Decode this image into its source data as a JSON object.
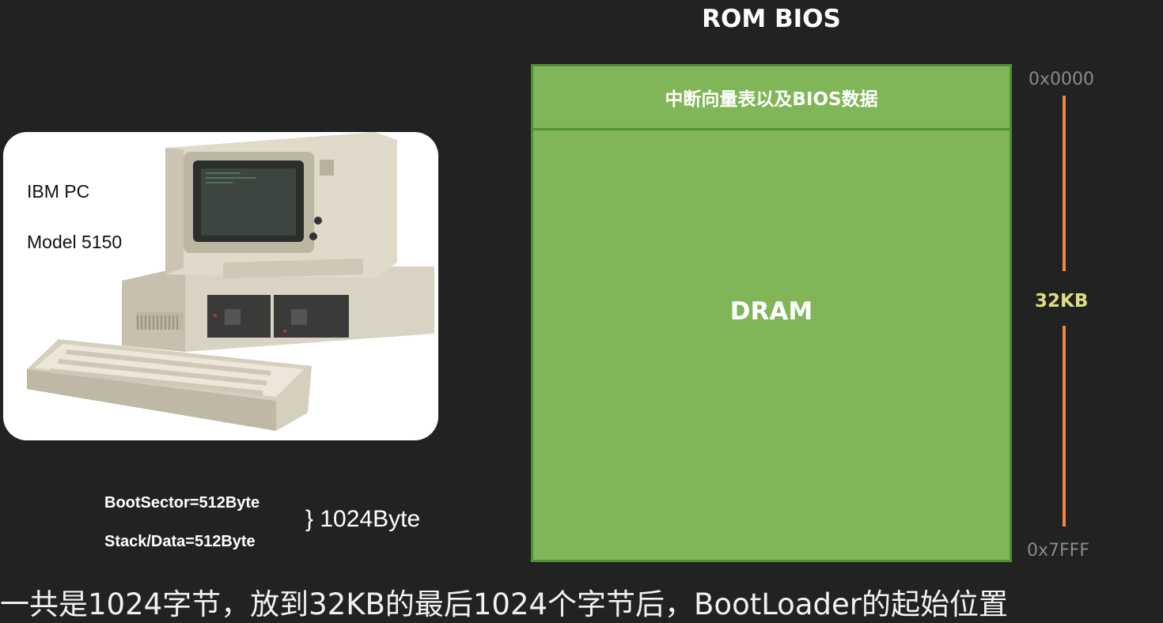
{
  "slide": {
    "title": "ROM BIOS"
  },
  "photo": {
    "label_line1": "IBM PC",
    "label_line2": "Model 5150"
  },
  "boot_memory": {
    "line1": "BootSector=512Byte",
    "line2": "Stack/Data=512Byte",
    "brace_total": "} 1024Byte"
  },
  "memory_map": {
    "top_region_label": "中断向量表以及BIOS数据",
    "main_region_label": "DRAM",
    "start_address": "0x0000",
    "end_address": "0x7FFF",
    "size_label": "32KB"
  },
  "subtitle": "一共是1024字节，放到32KB的最后1024个字节后，BootLoader的起始位置",
  "colors": {
    "background": "#222222",
    "region_fill": "#80b657",
    "region_border": "#4f8f36",
    "scale_line": "#f0883a",
    "size_label": "#dede82",
    "address_label": "#8a8a8a"
  }
}
